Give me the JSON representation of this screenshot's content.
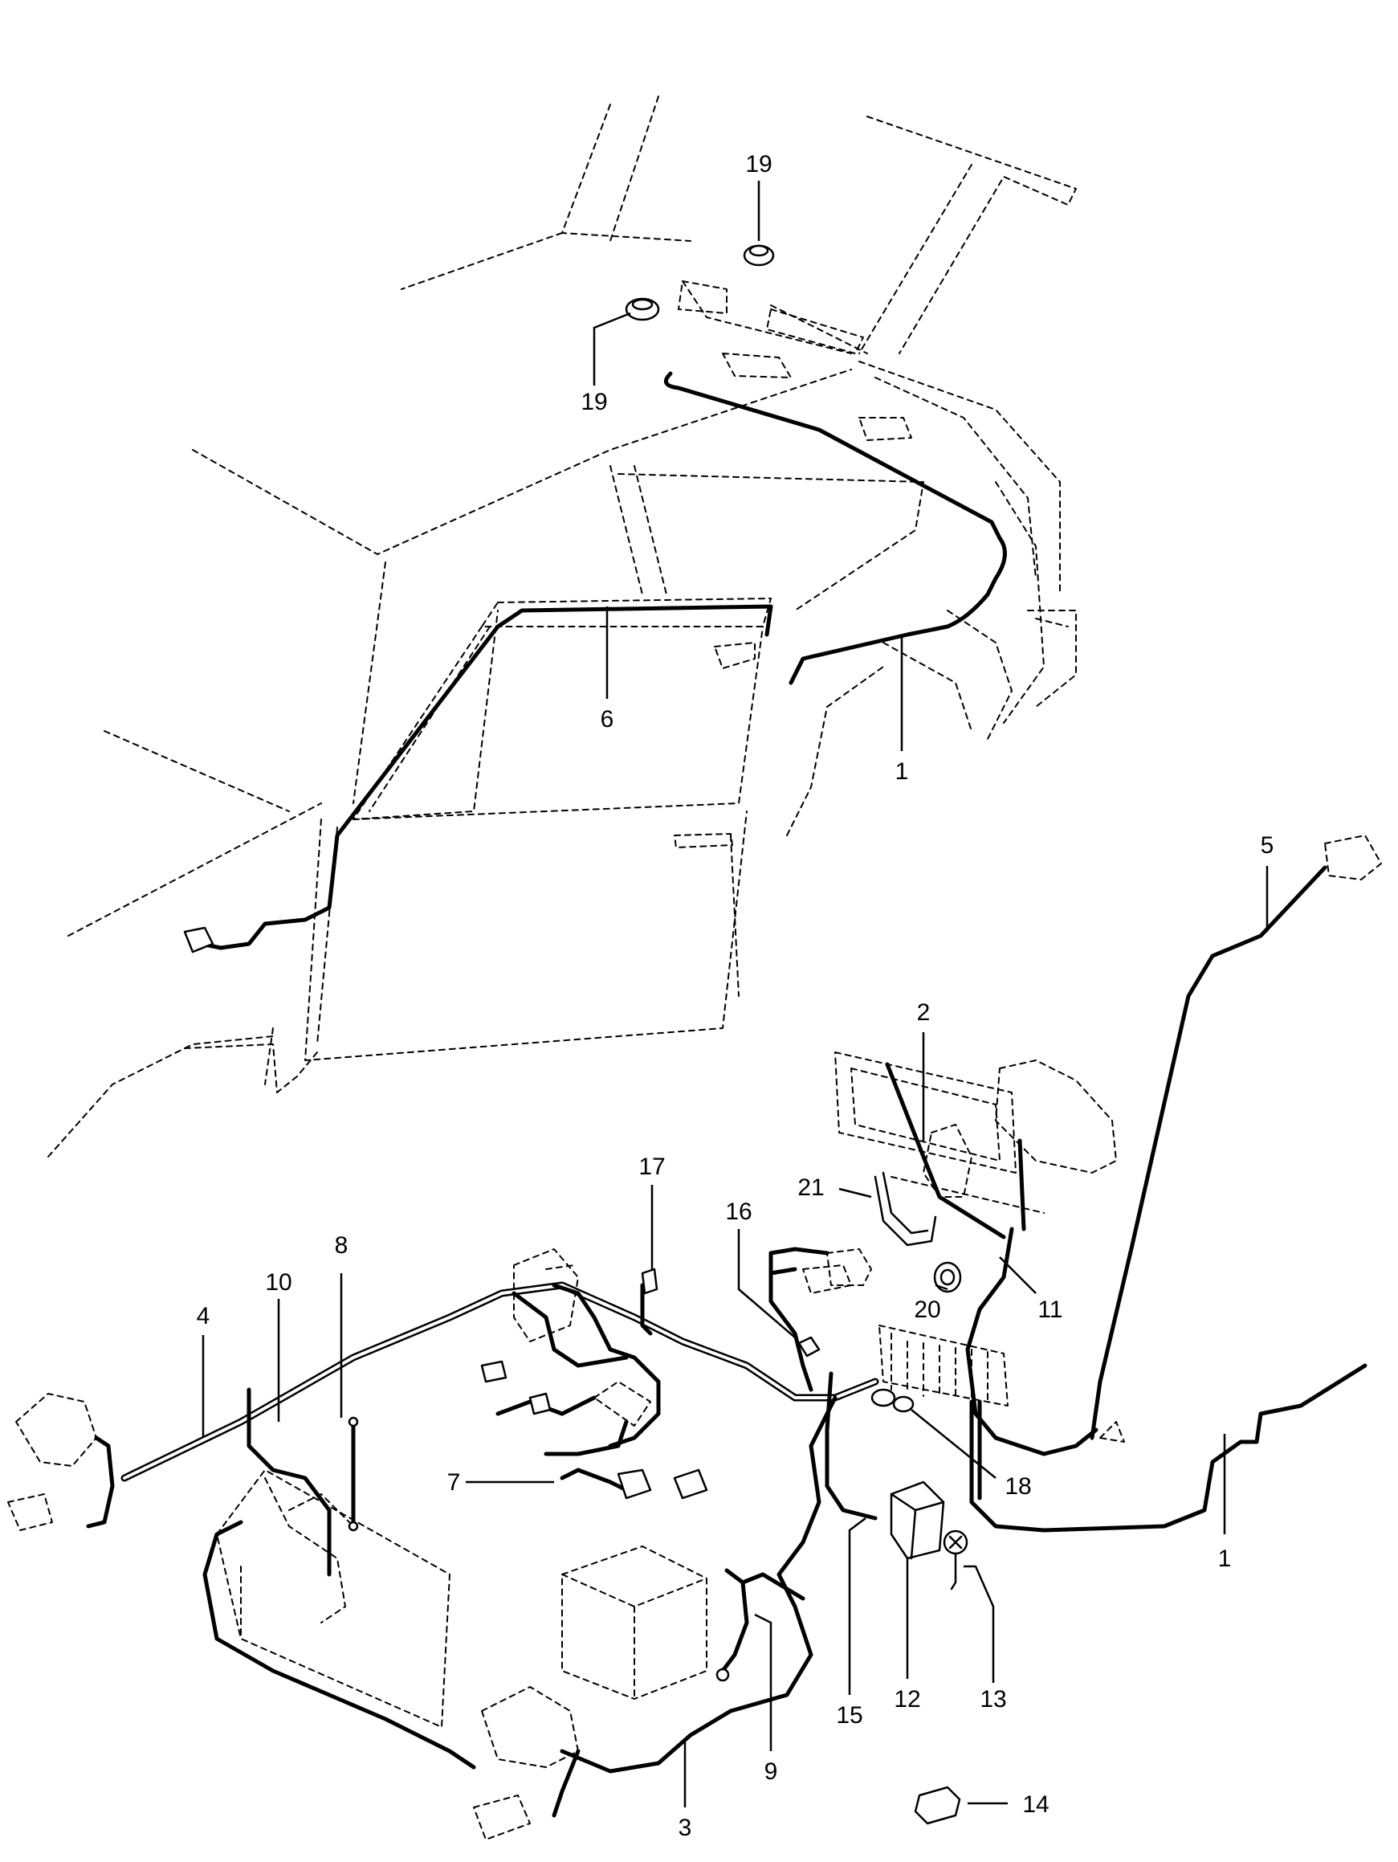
{
  "diagram": {
    "callouts": [
      "19",
      "19",
      "6",
      "1",
      "5",
      "2",
      "21",
      "16",
      "17",
      "8",
      "10",
      "4",
      "20",
      "11",
      "7",
      "18",
      "1",
      "12",
      "13",
      "15",
      "9",
      "3",
      "14"
    ]
  }
}
